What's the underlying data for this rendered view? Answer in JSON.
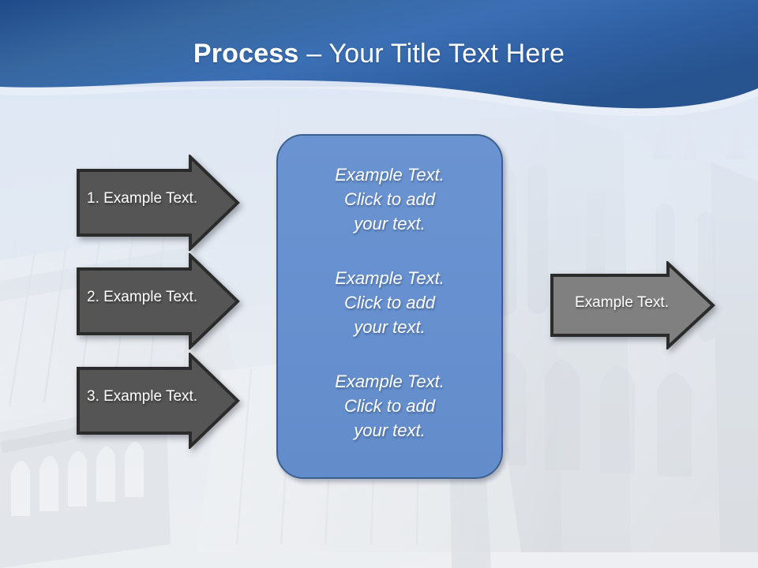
{
  "slide": {
    "title": {
      "bold_part": "Process",
      "rest_part": " – Your Title Text Here"
    },
    "theme": {
      "header_dark_blue": "#1f4a8a",
      "header_mid_blue": "#3b6fb4",
      "header_right_blue": "#2d5d9f",
      "box_fill_blue": "#6690cf",
      "box_border_blue": "#3d5f8f",
      "arrow_dark_gray": "#555555",
      "arrow_light_gray": "#808080",
      "arrow_outline": "#2b2b2b",
      "text_white": "#ffffff",
      "background_light_blue": "#cfdcef"
    }
  },
  "left_arrows": [
    {
      "label": "1. Example Text."
    },
    {
      "label": "2. Example Text."
    },
    {
      "label": "3. Example Text."
    }
  ],
  "center_box": {
    "paragraphs": [
      "Example Text.\nClick  to add\nyour text.",
      "Example Text.\nClick  to add\nyour text.",
      "Example Text.\nClick  to add\nyour text."
    ]
  },
  "right_arrow": {
    "label": "Example Text."
  }
}
